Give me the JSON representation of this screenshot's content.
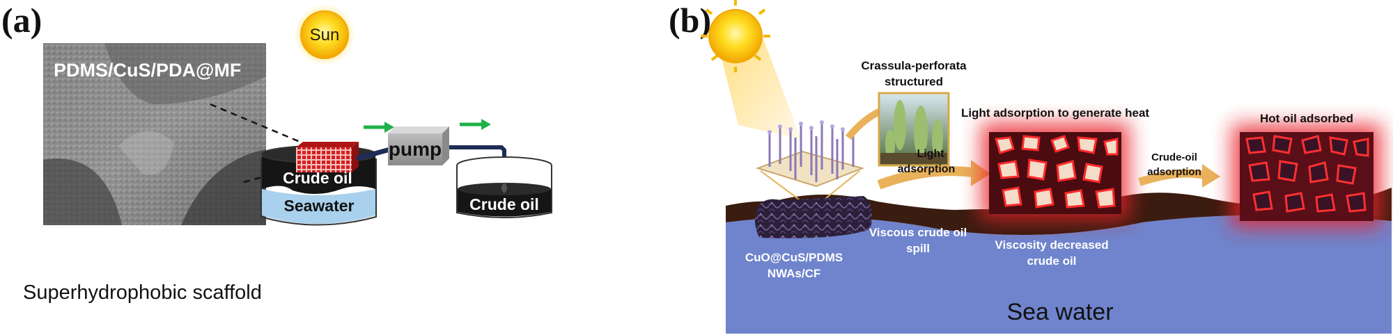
{
  "panel_a": {
    "letter": "(a)",
    "sun_label": "Sun",
    "sem_label": "PDMS/CuS/PDA@MF",
    "pump_label": "pump",
    "oil_layer_label": "Crude oil",
    "seawater_label": "Seawater",
    "collector_label": "Crude oil",
    "caption": "Superhydrophobic scaffold"
  },
  "panel_b": {
    "letter": "(b)",
    "plant_label_1": "Crassula-perforata",
    "plant_label_2": "structured",
    "light_label_1": "Light",
    "light_label_2": "adsorption",
    "heat_label": "Light adsorption to generate heat",
    "crude_label_1": "Crude-oil",
    "crude_label_2": "adsorption",
    "hot_label": "Hot oil adsorbed",
    "material_label_1": "CuO@CuS/PDMS",
    "material_label_2": "NWAs/CF",
    "viscous_label_1": "Viscous crude oil",
    "viscous_label_2": "spill",
    "decreased_label_1": "Viscosity decreased",
    "decreased_label_2": "crude oil",
    "sea_label": "Sea water"
  },
  "colors": {
    "sun": "#f5c400",
    "arrow_green": "#1fb14a",
    "arrow_gold": "#e9b25a",
    "sea": "#6f84cc",
    "soil": "#3b1c10",
    "seawater_light": "#a9d0ec",
    "glow_red": "#e8232b"
  }
}
